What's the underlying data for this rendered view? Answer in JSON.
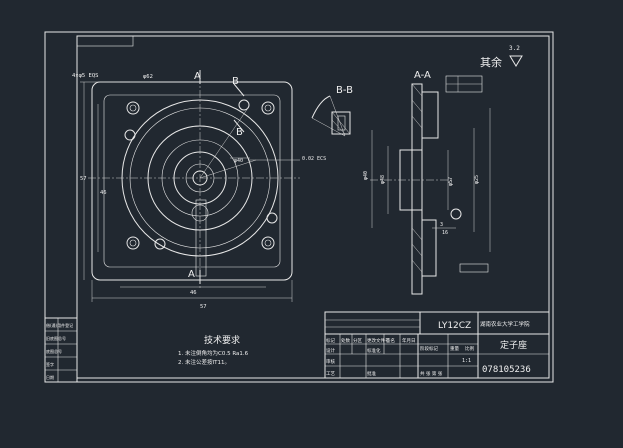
{
  "section_labels": {
    "aa": "A-A",
    "bb": "B-B",
    "a_top": "A",
    "a_bottom": "A",
    "b_top": "B",
    "b_side": "B"
  },
  "roughness": {
    "qiyu": "其余",
    "value": "3.2"
  },
  "dims_plan": {
    "top_left": "4×φ5 EQS",
    "phi_top": "φ62",
    "width_bottom": "57",
    "inner_bottom": "46",
    "height_left": "57",
    "inner_left": "46",
    "right_phi": "φ40",
    "tol": "0.02 ECS"
  },
  "dims_section": {
    "d1": "φ40",
    "d2": "φ48",
    "d3": "φ57",
    "d4": "φ25",
    "t1": "3",
    "t2": "16"
  },
  "tech_req": {
    "title": "技术要求",
    "line1": "1. 未注倒角均为C0.5 Ra1.6",
    "line2": "2. 未注公差按IT11。"
  },
  "title_block": {
    "top_label": "LY12CZ",
    "school": "湖南农业大学工学院",
    "part_name": "定子座",
    "drawing_no": "078105236",
    "row_labels": [
      "标记",
      "处数",
      "分区",
      "更改文件号",
      "签名",
      "年月日"
    ],
    "labels_mid": [
      "设计",
      "标准化",
      "审核",
      "工艺"
    ],
    "labels_right": [
      "阶段标记",
      "重量",
      "比例"
    ],
    "sheet": "共 张 第 张",
    "scale": "1:1",
    "approve": "批准"
  },
  "side_strip": [
    "借(通)用件登记",
    "旧底图总号",
    "底图总号",
    "签字",
    "日期"
  ]
}
